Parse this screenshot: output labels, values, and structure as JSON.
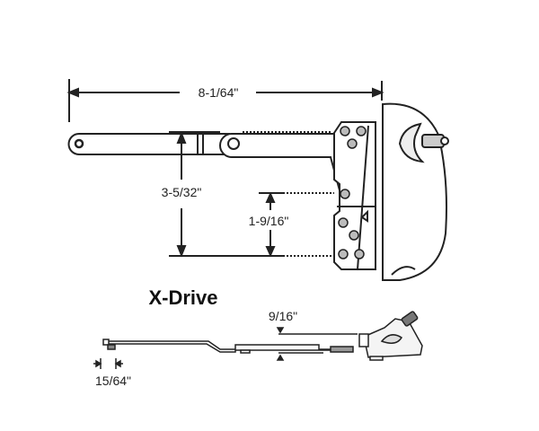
{
  "title": "X-Drive",
  "dimensions": {
    "overall_length": "8-1/64\"",
    "arm_offset": "3-5/32\"",
    "stud_offset": "1-9/16\"",
    "side_height": "9/16\"",
    "stud_width": "15/64\""
  },
  "colors": {
    "line": "#222222",
    "background": "#ffffff"
  }
}
